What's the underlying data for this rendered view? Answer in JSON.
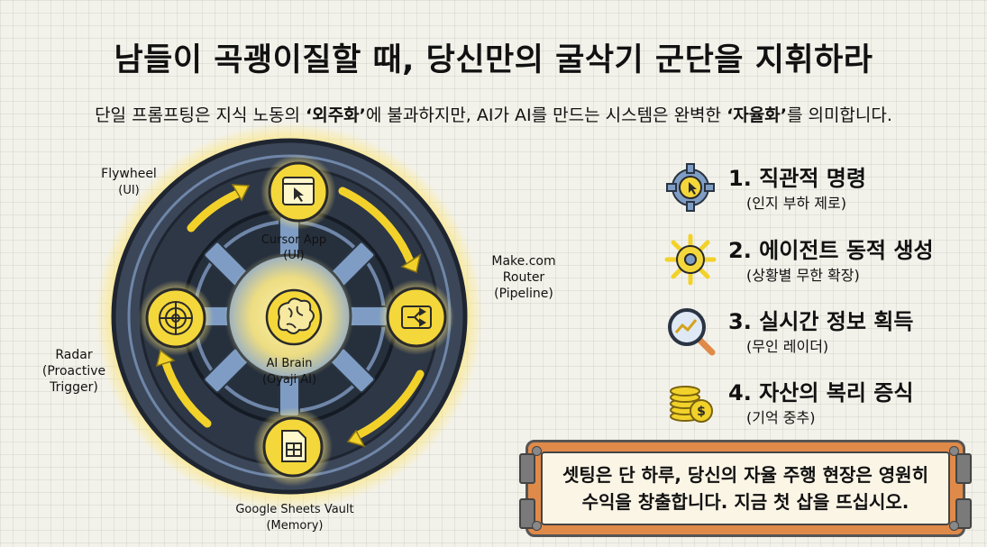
{
  "title": "남들이 곡괭이질할 때, 당신만의 굴삭기 군단을 지휘하라",
  "subtitle": {
    "pre": "단일 프롬프팅은 지식 노동의 ",
    "em1": "‘외주화’",
    "mid": "에 불과하지만, AI가 AI를 만드는 시스템은 완벽한 ",
    "em2": "‘자율화’",
    "post": "를 의미합니다."
  },
  "diagram": {
    "flywheel": [
      "Flywheel",
      "(UI)"
    ],
    "cursor": [
      "Cursor App",
      "(UI)"
    ],
    "make": [
      "Make.com",
      "Router",
      "(Pipeline)"
    ],
    "radar": [
      "Radar",
      "(Proactive",
      "Trigger)"
    ],
    "brain": [
      "AI Brain",
      "(Oyaji AI)"
    ],
    "sheets": [
      "Google Sheets Vault",
      "(Memory)"
    ]
  },
  "features": [
    {
      "title": "1. 직관적 명령",
      "sub": "(인지 부하 제로)",
      "icon": "gear-cursor-icon"
    },
    {
      "title": "2. 에이전트 동적 생성",
      "sub": "(상황별 무한 확장)",
      "icon": "sun-gear-icon"
    },
    {
      "title": "3. 실시간 정보 획득",
      "sub": "(무인 레이더)",
      "icon": "magnifier-chart-icon"
    },
    {
      "title": "4. 자산의 복리 증식",
      "sub": "(기억 중추)",
      "icon": "coin-stack-icon"
    }
  ],
  "banner": {
    "line1": "셋팅은 단 하루, 당신의 자율 주행 현장은 영원히",
    "line2": "수익을 창출합니다. 지금 첫 삽을 뜨십시오."
  },
  "colors": {
    "gold": "#f2d22a",
    "steel": "#3e4a5c",
    "blue": "#6e8fb8",
    "orange": "#e08a4a"
  }
}
